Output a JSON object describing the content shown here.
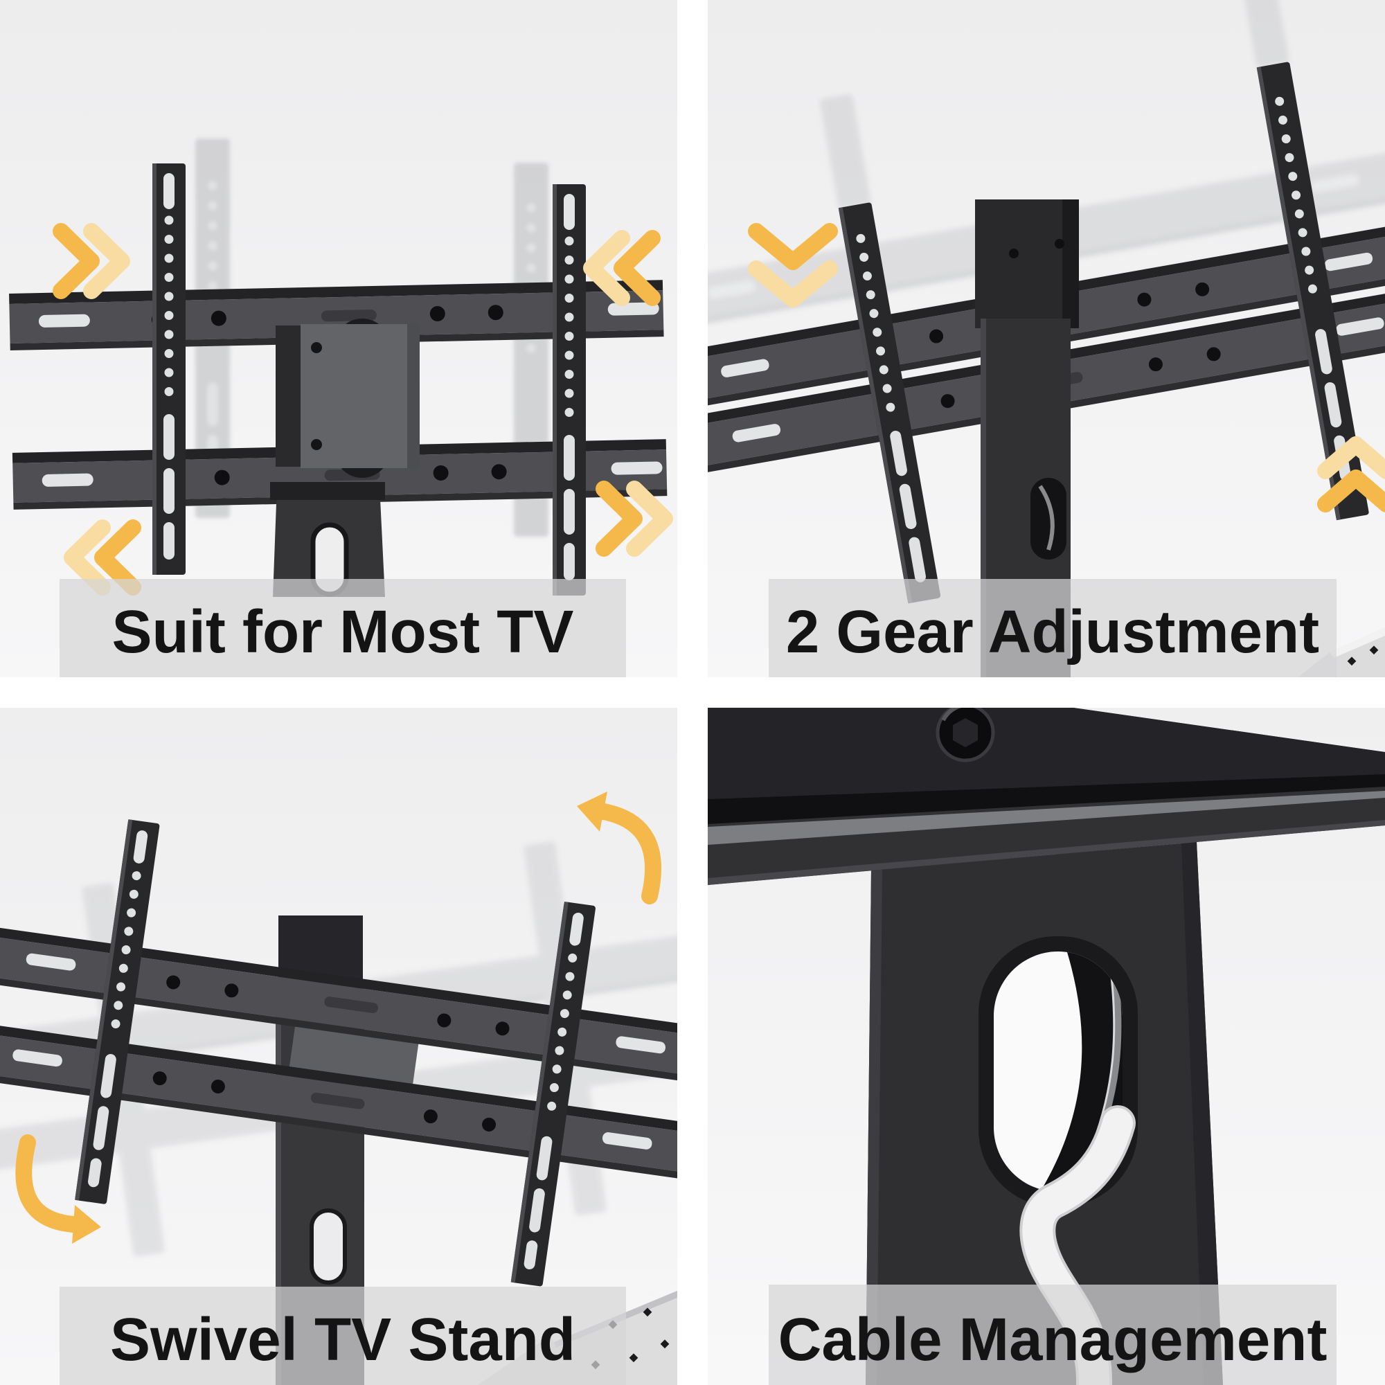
{
  "page_title": "TV stand feature collage",
  "panels": [
    {
      "id": "suit-for-most-tv",
      "caption": "Suit for Most TV",
      "icons": [
        "slide-right-arrow-icon",
        "slide-left-arrow-icon",
        "slide-left-arrow-icon",
        "slide-right-arrow-icon"
      ]
    },
    {
      "id": "gear-adjustment",
      "caption": "2 Gear Adjustment",
      "icons": [
        "slide-down-arrow-icon",
        "slide-up-arrow-icon"
      ]
    },
    {
      "id": "swivel-tv-stand",
      "caption": "Swivel TV Stand",
      "icons": [
        "rotate-up-arrow-icon",
        "rotate-down-arrow-icon"
      ]
    },
    {
      "id": "cable-management",
      "caption": "Cable Management",
      "icons": []
    }
  ],
  "colors": {
    "accent_arrow": "#f5b94b",
    "accent_arrow_ghost": "#f8dca2",
    "caption_band": "rgba(214,214,215,0.72)",
    "caption_text": "#141414",
    "metal": "#313134",
    "cable": "#f2f2f3",
    "panel_background": "#f0f0f1",
    "divider": "#ffffff"
  }
}
